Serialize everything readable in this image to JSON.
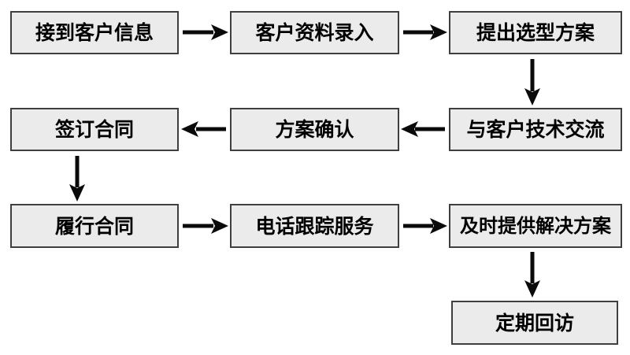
{
  "diagram": {
    "type": "flowchart",
    "nodes": [
      {
        "id": "receive-customer-info",
        "label": "接到客户信息"
      },
      {
        "id": "customer-data-entry",
        "label": "客户资料录入"
      },
      {
        "id": "propose-selection-plan",
        "label": "提出选型方案"
      },
      {
        "id": "technical-exchange-with-customer",
        "label": "与客户技术交流"
      },
      {
        "id": "plan-confirmation",
        "label": "方案确认"
      },
      {
        "id": "sign-contract",
        "label": "签订合同"
      },
      {
        "id": "fulfill-contract",
        "label": "履行合同"
      },
      {
        "id": "phone-follow-up-service",
        "label": "电话跟踪服务"
      },
      {
        "id": "provide-solutions-promptly",
        "label": "及时提供解决方案"
      },
      {
        "id": "regular-return-visit",
        "label": "定期回访"
      }
    ],
    "edges": [
      {
        "from": "receive-customer-info",
        "to": "customer-data-entry",
        "direction": "right"
      },
      {
        "from": "customer-data-entry",
        "to": "propose-selection-plan",
        "direction": "right"
      },
      {
        "from": "propose-selection-plan",
        "to": "technical-exchange-with-customer",
        "direction": "down"
      },
      {
        "from": "technical-exchange-with-customer",
        "to": "plan-confirmation",
        "direction": "left"
      },
      {
        "from": "plan-confirmation",
        "to": "sign-contract",
        "direction": "left"
      },
      {
        "from": "sign-contract",
        "to": "fulfill-contract",
        "direction": "down"
      },
      {
        "from": "fulfill-contract",
        "to": "phone-follow-up-service",
        "direction": "right"
      },
      {
        "from": "phone-follow-up-service",
        "to": "provide-solutions-promptly",
        "direction": "right"
      },
      {
        "from": "provide-solutions-promptly",
        "to": "regular-return-visit",
        "direction": "down"
      }
    ],
    "colors": {
      "background": "#ffffff",
      "node_fill": "#ebebeb",
      "node_border": "#3f3f3f",
      "text": "#000000",
      "arrow": "#0a0a0a"
    }
  }
}
